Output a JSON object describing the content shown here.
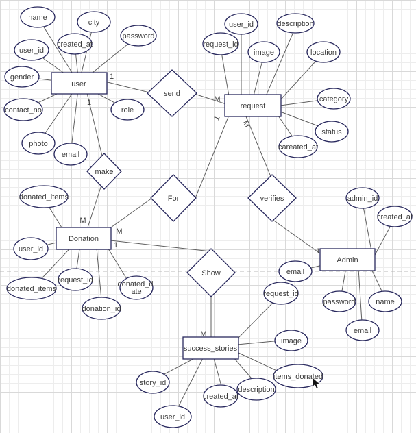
{
  "diagram": {
    "kind": "entity-relationship",
    "entities": [
      {
        "label": "user",
        "attributes": [
          "name",
          "city",
          "password",
          "created_at",
          "user_id",
          "gender",
          "contact_no",
          "photo",
          "email",
          "role"
        ]
      },
      {
        "label": "request",
        "attributes": [
          "user_id",
          "request_id",
          "image",
          "description",
          "location",
          "category",
          "status",
          "careated_at"
        ]
      },
      {
        "label": "Donation",
        "attributes": [
          "donated_items",
          "user_id",
          "donated_items",
          "request_id",
          "donation_id",
          "donated_date"
        ],
        "attribute_display_lines": {
          "donated_date": [
            "donated_d",
            "ate"
          ]
        }
      },
      {
        "label": "Admin",
        "attributes": [
          "admin_id",
          "created_at",
          "email",
          "password",
          "name",
          "email"
        ]
      },
      {
        "label": "success_stories",
        "attributes": [
          "request_id",
          "image",
          "items_donated",
          "description",
          "created_at",
          "user_id",
          "story_id"
        ]
      }
    ],
    "relationships": [
      {
        "label": "send",
        "from": "user",
        "to": "request",
        "from_card": "1",
        "to_card": "M"
      },
      {
        "label": "make",
        "from": "user",
        "to": "Donation",
        "from_card": "1",
        "to_card": "M"
      },
      {
        "label": "For",
        "from": "Donation",
        "to": "request",
        "from_card": "M",
        "to_card": "1"
      },
      {
        "label": "verifies",
        "from": "request",
        "to": "Admin",
        "from_card": "M",
        "to_card": "1"
      },
      {
        "label": "Show",
        "from": "Donation",
        "to": "success_stories",
        "from_card": "1",
        "to_card": "M"
      }
    ],
    "colors": {
      "shape_stroke": "#29295e",
      "edge_stroke": "#5e5e5e",
      "text": "#3b3b3b",
      "grid_minor": "#ededed",
      "grid_major": "#d9d9d9",
      "page_divider": "#b8b8b8"
    }
  }
}
